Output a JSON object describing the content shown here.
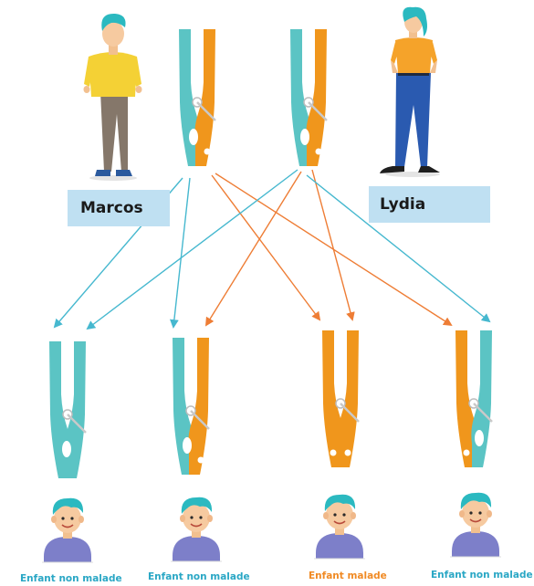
{
  "parents": {
    "father": {
      "name": "Marcos"
    },
    "mother": {
      "name": "Lydia"
    }
  },
  "children": [
    {
      "label": "Enfant non malade"
    },
    {
      "label": "Enfant non malade"
    },
    {
      "label": "Enfant malade"
    },
    {
      "label": "Enfant non malade"
    }
  ],
  "colors": {
    "healthy_allele": "#5bc4c4",
    "disease_allele": "#f0961c",
    "healthy_arrow": "#46b8cf",
    "disease_arrow": "#ee7d35",
    "name_box": "#bfe0f2"
  }
}
